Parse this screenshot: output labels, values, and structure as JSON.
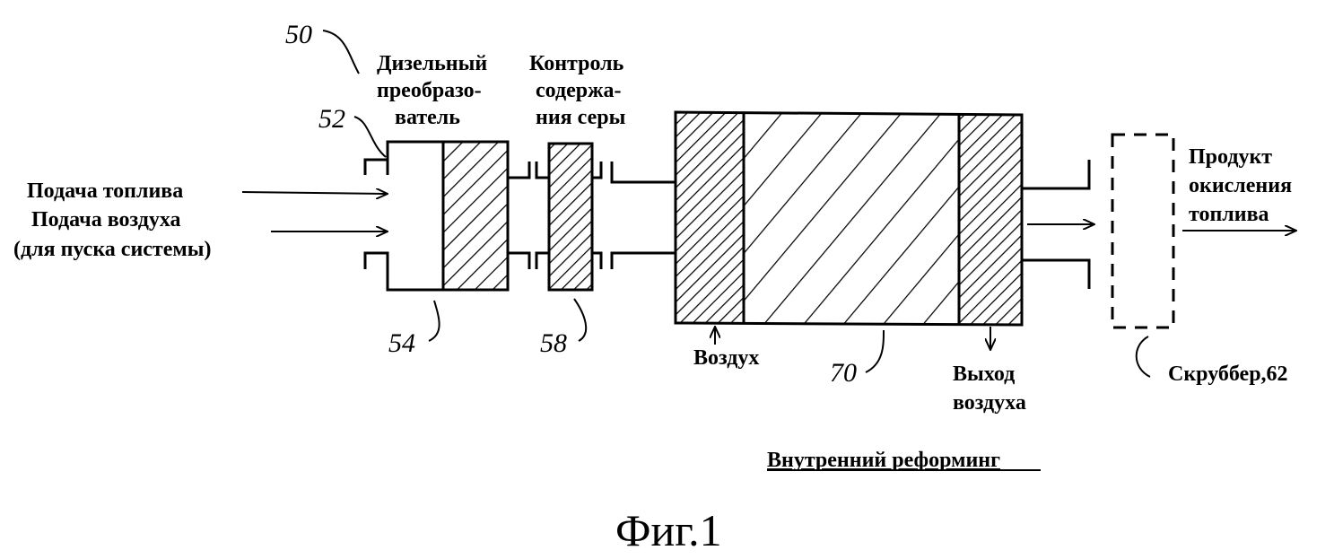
{
  "labels": {
    "fuel_feed": "Подача топлива",
    "air_feed": "Подача воздуха",
    "startup_note": "(для пуска системы)",
    "diesel_converter": [
      "Дизельный",
      "преобразо-",
      "ватель"
    ],
    "sulfur_control": [
      "Контроль",
      "содержа-",
      "ния серы"
    ],
    "product": [
      "Продукт",
      "окисления",
      "топлива"
    ],
    "air_in": "Воздух",
    "air_out": [
      "Выход",
      "воздуха"
    ],
    "internal_reforming": "Внутренний реформинг",
    "scrubber": "Скруббер,62"
  },
  "refs": {
    "system": "50",
    "converter_inlet": "52",
    "converter": "54",
    "sulfur": "58",
    "reformer": "70"
  },
  "caption": "Фиг.1"
}
